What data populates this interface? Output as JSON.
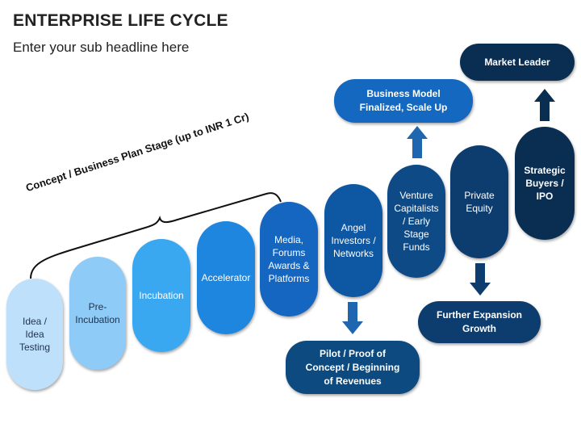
{
  "header": {
    "title": "ENTERPRISE LIFE CYCLE",
    "subtitle": "Enter your sub headline here"
  },
  "brace": {
    "label": "Concept / Business Plan Stage (up to INR 1 Cr)"
  },
  "stages": [
    {
      "label": "Idea / Idea Testing",
      "color": "#bfe0fb"
    },
    {
      "label": "Pre-Incubation",
      "color": "#8fcbf7"
    },
    {
      "label": "Incubation",
      "color": "#3aa8f0"
    },
    {
      "label": "Accelerator",
      "color": "#1f86e0"
    },
    {
      "label": "Media, Forums Awards & Platforms",
      "color": "#1566c0"
    },
    {
      "label": "Angel Investors / Networks",
      "color": "#0d57a3"
    },
    {
      "label": "Venture Capitalists / Early Stage Funds",
      "color": "#0e4a86"
    },
    {
      "label": "Private Equity",
      "color": "#0d3d6e"
    },
    {
      "label": "Strategic Buyers / IPO",
      "color": "#0a2e52"
    }
  ],
  "outcomes": [
    {
      "label": "Pilot / Proof of Concept / Beginning of Revenues",
      "color": "#0d4a80"
    },
    {
      "label": "Business Model Finalized, Scale Up",
      "color": "#1568c0"
    },
    {
      "label": "Further Expansion Growth",
      "color": "#0d3d6e"
    },
    {
      "label": "Market Leader",
      "color": "#0a2e52"
    }
  ]
}
